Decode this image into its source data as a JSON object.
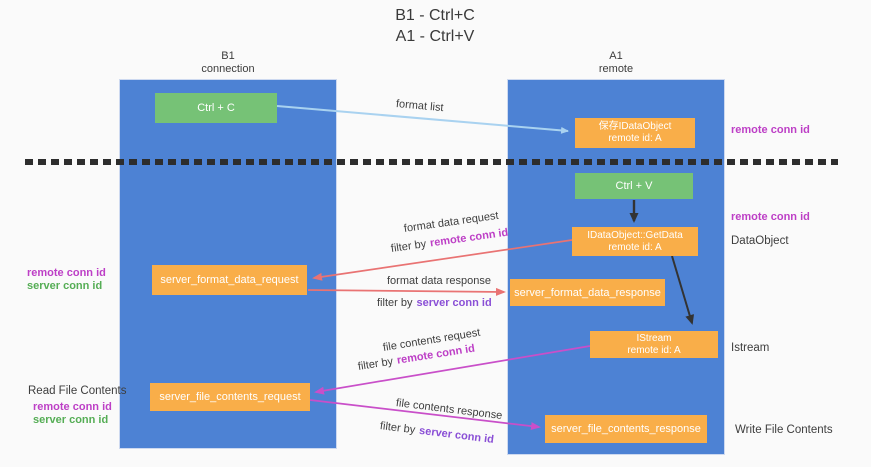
{
  "title": {
    "line1": "B1 - Ctrl+C",
    "line2": "A1 - Ctrl+V"
  },
  "lanes": {
    "left": {
      "title": "B1",
      "subtitle": "connection"
    },
    "right": {
      "title": "A1",
      "subtitle": "remote"
    }
  },
  "nodes": {
    "ctrl_c": {
      "label": "Ctrl + C"
    },
    "ctrl_v": {
      "label": "Ctrl + V"
    },
    "save_idataobject": {
      "line1": "保存IDataObject",
      "line2": "remote id: A"
    },
    "getdata": {
      "line1": "IDataObject::GetData",
      "line2": "remote id: A"
    },
    "istream": {
      "line1": "IStream",
      "line2": "remote id: A"
    },
    "server_format_data_request": {
      "label": "server_format_data_request"
    },
    "server_format_data_response": {
      "label": "server_format_data_response"
    },
    "server_file_contents_request": {
      "label": "server_file_contents_request"
    },
    "server_file_contents_response": {
      "label": "server_file_contents_response"
    }
  },
  "arrow_labels": {
    "format_list": "format list",
    "format_data_request": "format data request",
    "format_data_response": "format data response",
    "file_contents_request": "file contents request",
    "file_contents_response": "file contents response",
    "filter_by": "filter by",
    "remote_conn_id": "remote conn id",
    "server_conn_id": "server conn id"
  },
  "side_labels": {
    "remote_conn_id": "remote conn id",
    "server_conn_id": "server conn id",
    "dataobject": "DataObject",
    "istream": "Istream",
    "read_file_contents": "Read File Contents",
    "write_file_contents": "Write File Contents"
  },
  "colors": {
    "lane_blue": "#4d82d4",
    "node_green": "#76c276",
    "node_orange": "#f9ae49",
    "arrow_blue": "#a9d2f0",
    "arrow_red": "#e97373",
    "arrow_magenta": "#c94fc9",
    "arrow_black": "#333333",
    "text_magenta": "#bd3fc6",
    "text_purple": "#8a4fd6",
    "text_green": "#55ad55"
  }
}
